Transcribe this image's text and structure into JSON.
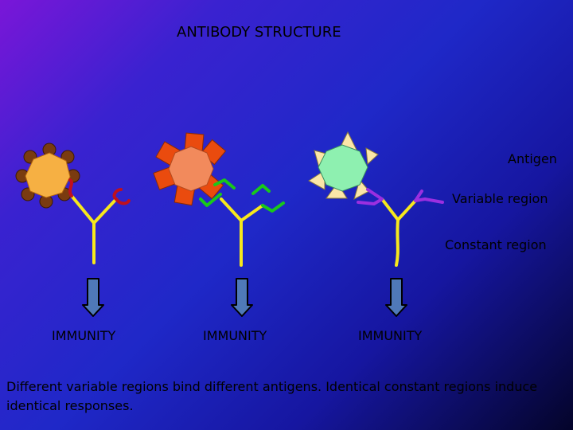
{
  "title": "ANTIBODY STRUCTURE",
  "labels": {
    "antigen": "Antigen",
    "variable_region": "Variable region",
    "constant_region": "Constant region"
  },
  "immunity_labels": [
    "IMMUNITY",
    "IMMUNITY",
    "IMMUNITY"
  ],
  "caption": "Different variable regions bind different antigens. Identical constant regions induce identical responses.",
  "colors": {
    "antibody_stem": "#f7e81c",
    "variable_red": "#c0101e",
    "variable_green": "#19c81b",
    "variable_purple": "#9b2fe0",
    "antigen1_body": "#f6b043",
    "antigen1_spikes": "#7a3b10",
    "antigen2_body": "#f28a5c",
    "antigen2_spikes": "#ea4b0e",
    "antigen3_body": "#8ef0b0",
    "antigen3_spikes": "#fbe6a8",
    "arrow": "#4f79b8"
  }
}
